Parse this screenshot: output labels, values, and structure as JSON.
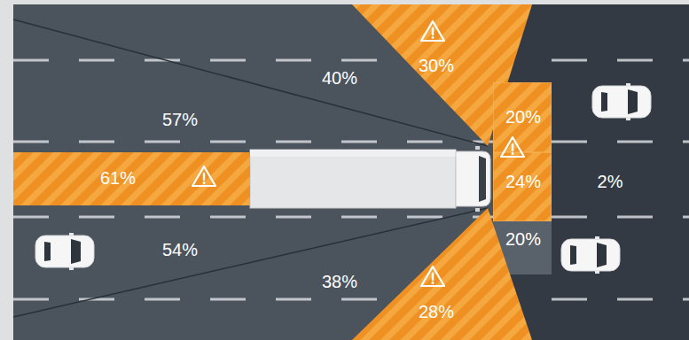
{
  "diagram": {
    "nodes": [
      {
        "text": [
          "30%"
        ]
      },
      {
        "text": [
          "20%"
        ]
      },
      {
        "text": [
          "61%"
        ]
      },
      {
        "text": [
          "24%"
        ]
      },
      {
        "text": [
          "20%"
        ]
      },
      {
        "text": [
          "28%"
        ]
      }
    ],
    "labels": [
      "40%",
      "57%",
      "2%",
      "54%",
      "38%"
    ]
  }
}
